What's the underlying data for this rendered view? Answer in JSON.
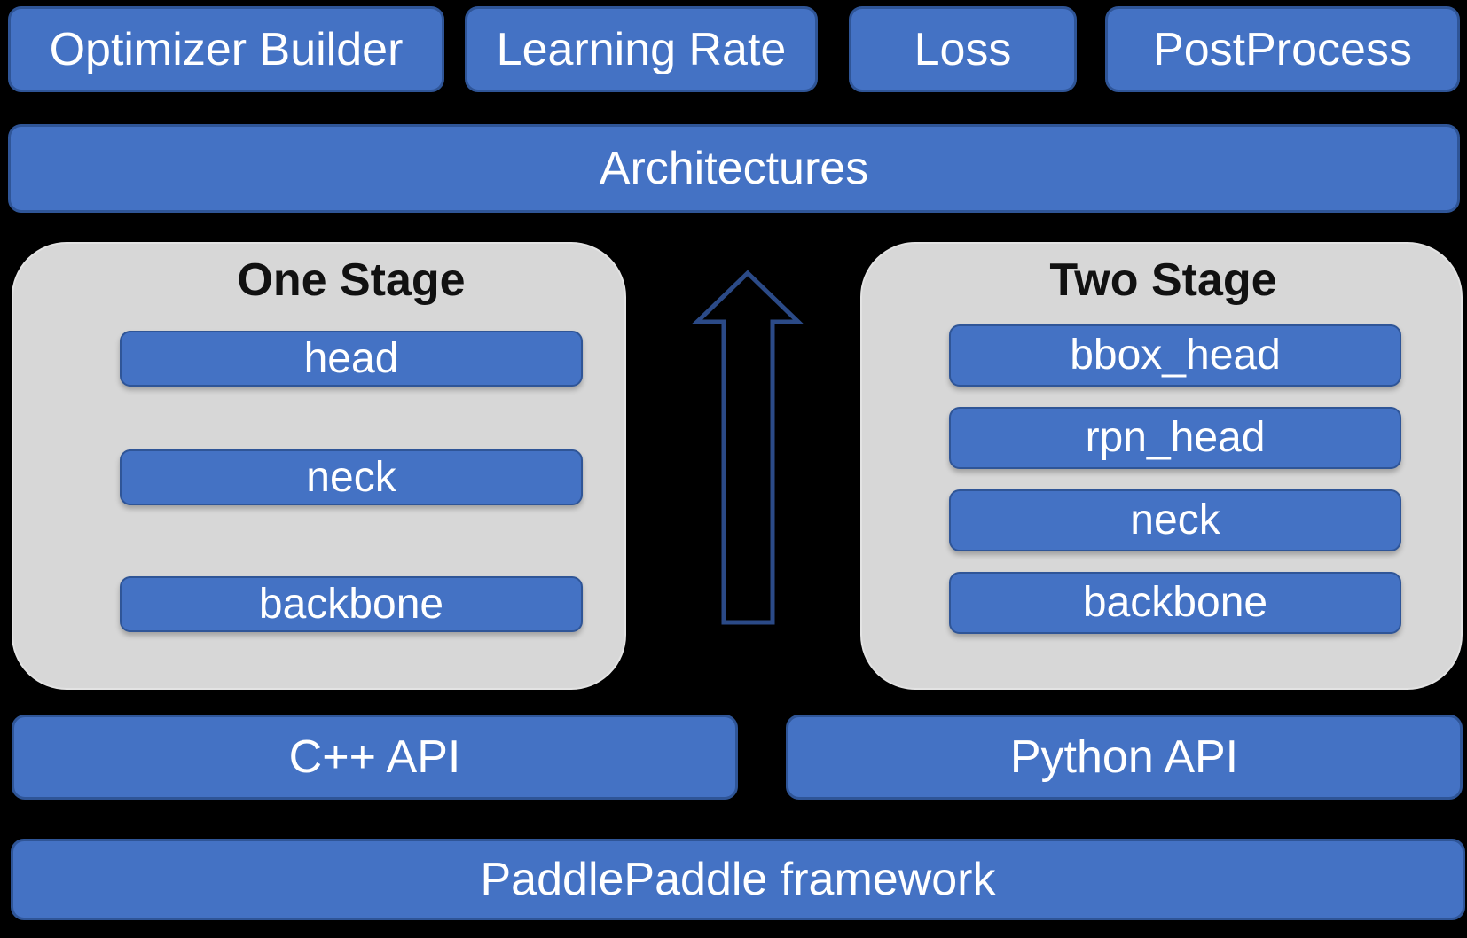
{
  "colors": {
    "background": "#000000",
    "box_fill": "#4472c4",
    "box_border": "#2f5597",
    "box_text": "#ffffff",
    "container_fill": "#d7d7d7",
    "container_border": "#e3e3e3",
    "stage_title_text": "#111111",
    "arrow_outline": "#2b4a87"
  },
  "top_row": {
    "items": [
      {
        "label": "Optimizer Builder"
      },
      {
        "label": "Learning Rate"
      },
      {
        "label": "Loss"
      },
      {
        "label": "PostProcess"
      }
    ]
  },
  "architectures": {
    "label": "Architectures"
  },
  "one_stage": {
    "title": "One Stage",
    "layers": [
      {
        "label": "head"
      },
      {
        "label": "neck"
      },
      {
        "label": "backbone"
      }
    ]
  },
  "two_stage": {
    "title": "Two Stage",
    "layers": [
      {
        "label": "bbox_head"
      },
      {
        "label": "rpn_head"
      },
      {
        "label": "neck"
      },
      {
        "label": "backbone"
      }
    ]
  },
  "api_row": {
    "cpp_label": "C++ API",
    "python_label": "Python API"
  },
  "framework": {
    "label": "PaddlePaddle framework"
  }
}
